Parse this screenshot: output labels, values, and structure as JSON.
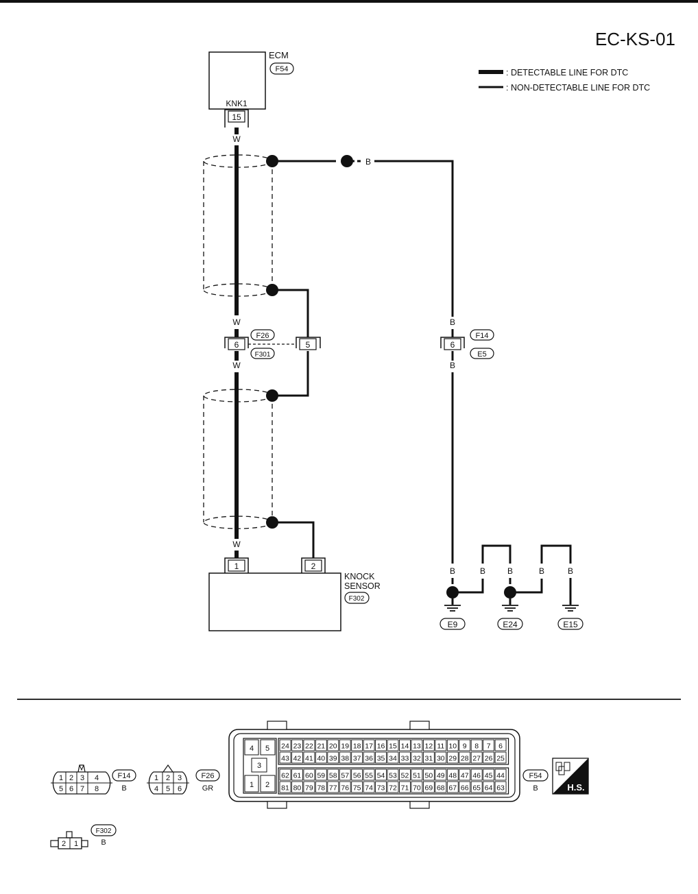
{
  "title": "EC-KS-01",
  "legend": {
    "detectable": ": DETECTABLE LINE FOR DTC",
    "non_detectable": ": NON-DETECTABLE LINE FOR DTC"
  },
  "ecm": {
    "label": "ECM",
    "connector": "F54",
    "terminal_name": "KNK1",
    "terminal": "15"
  },
  "wire_colors": {
    "white": "W",
    "black": "B"
  },
  "junction_left": {
    "connector_top": "F26",
    "connector_bottom": "F301",
    "pin_signal": "6",
    "pin_shield": "5"
  },
  "junction_right": {
    "connector_top": "F14",
    "connector_bottom": "E5",
    "pin": "6"
  },
  "knock_sensor": {
    "label_line1": "KNOCK",
    "label_line2": "SENSOR",
    "connector": "F302",
    "pin1": "1",
    "pin2": "2"
  },
  "grounds": [
    "E9",
    "E24",
    "E15"
  ],
  "connectors": {
    "f14": {
      "id": "F14",
      "color": "B",
      "top": [
        "1",
        "2",
        "3",
        "4"
      ],
      "bottom": [
        "5",
        "6",
        "7",
        "8"
      ]
    },
    "f26": {
      "id": "F26",
      "color": "GR",
      "top": [
        "1",
        "2",
        "3"
      ],
      "bottom": [
        "4",
        "5",
        "6"
      ]
    },
    "f54": {
      "id": "F54",
      "color": "B",
      "power": [
        "4",
        "5",
        "3",
        "1",
        "2"
      ],
      "row1": [
        "24",
        "23",
        "22",
        "21",
        "20",
        "19",
        "18",
        "17",
        "16",
        "15",
        "14",
        "13",
        "12",
        "11",
        "10",
        "9",
        "8",
        "7",
        "6"
      ],
      "row2": [
        "43",
        "42",
        "41",
        "40",
        "39",
        "38",
        "37",
        "36",
        "35",
        "34",
        "33",
        "32",
        "31",
        "30",
        "29",
        "28",
        "27",
        "26",
        "25"
      ],
      "row3": [
        "62",
        "61",
        "60",
        "59",
        "58",
        "57",
        "56",
        "55",
        "54",
        "53",
        "52",
        "51",
        "50",
        "49",
        "48",
        "47",
        "46",
        "45",
        "44"
      ],
      "row4": [
        "81",
        "80",
        "79",
        "78",
        "77",
        "76",
        "75",
        "74",
        "73",
        "72",
        "71",
        "70",
        "69",
        "68",
        "67",
        "66",
        "65",
        "64",
        "63"
      ]
    },
    "f302": {
      "id": "F302",
      "color": "B",
      "pins": [
        "2",
        "1"
      ]
    }
  },
  "hs_badge": "H.S.",
  "colors": {
    "ink": "#111111",
    "paper": "#ffffff"
  }
}
